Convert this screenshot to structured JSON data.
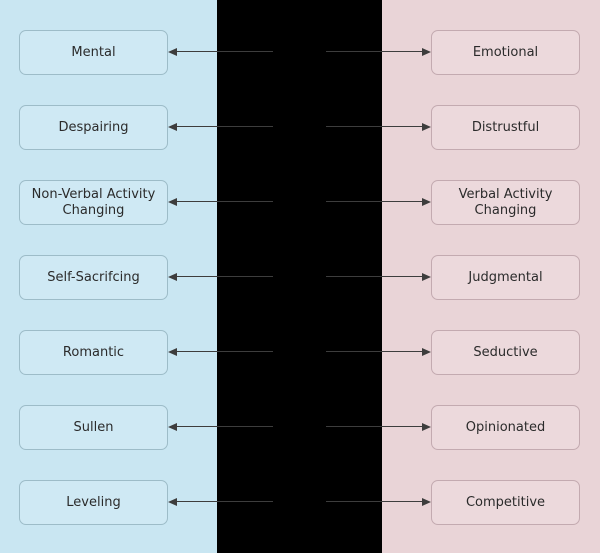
{
  "diagram": {
    "type": "paired-traits",
    "left_panel": {
      "color": "#c9e6f2"
    },
    "right_panel": {
      "color": "#e9d4d7"
    },
    "center_panel": {
      "color": "#000000"
    },
    "arrow_color": "#3d3d3d",
    "rows": [
      {
        "left": "Mental",
        "right": "Emotional"
      },
      {
        "left": "Despairing",
        "right": "Distrustful"
      },
      {
        "left": "Non-Verbal Activity\nChanging",
        "right": "Verbal Activity\nChanging"
      },
      {
        "left": "Self-Sacrifcing",
        "right": "Judgmental"
      },
      {
        "left": "Romantic",
        "right": "Seductive"
      },
      {
        "left": "Sullen",
        "right": "Opinionated"
      },
      {
        "left": "Leveling",
        "right": "Competitive"
      }
    ]
  }
}
